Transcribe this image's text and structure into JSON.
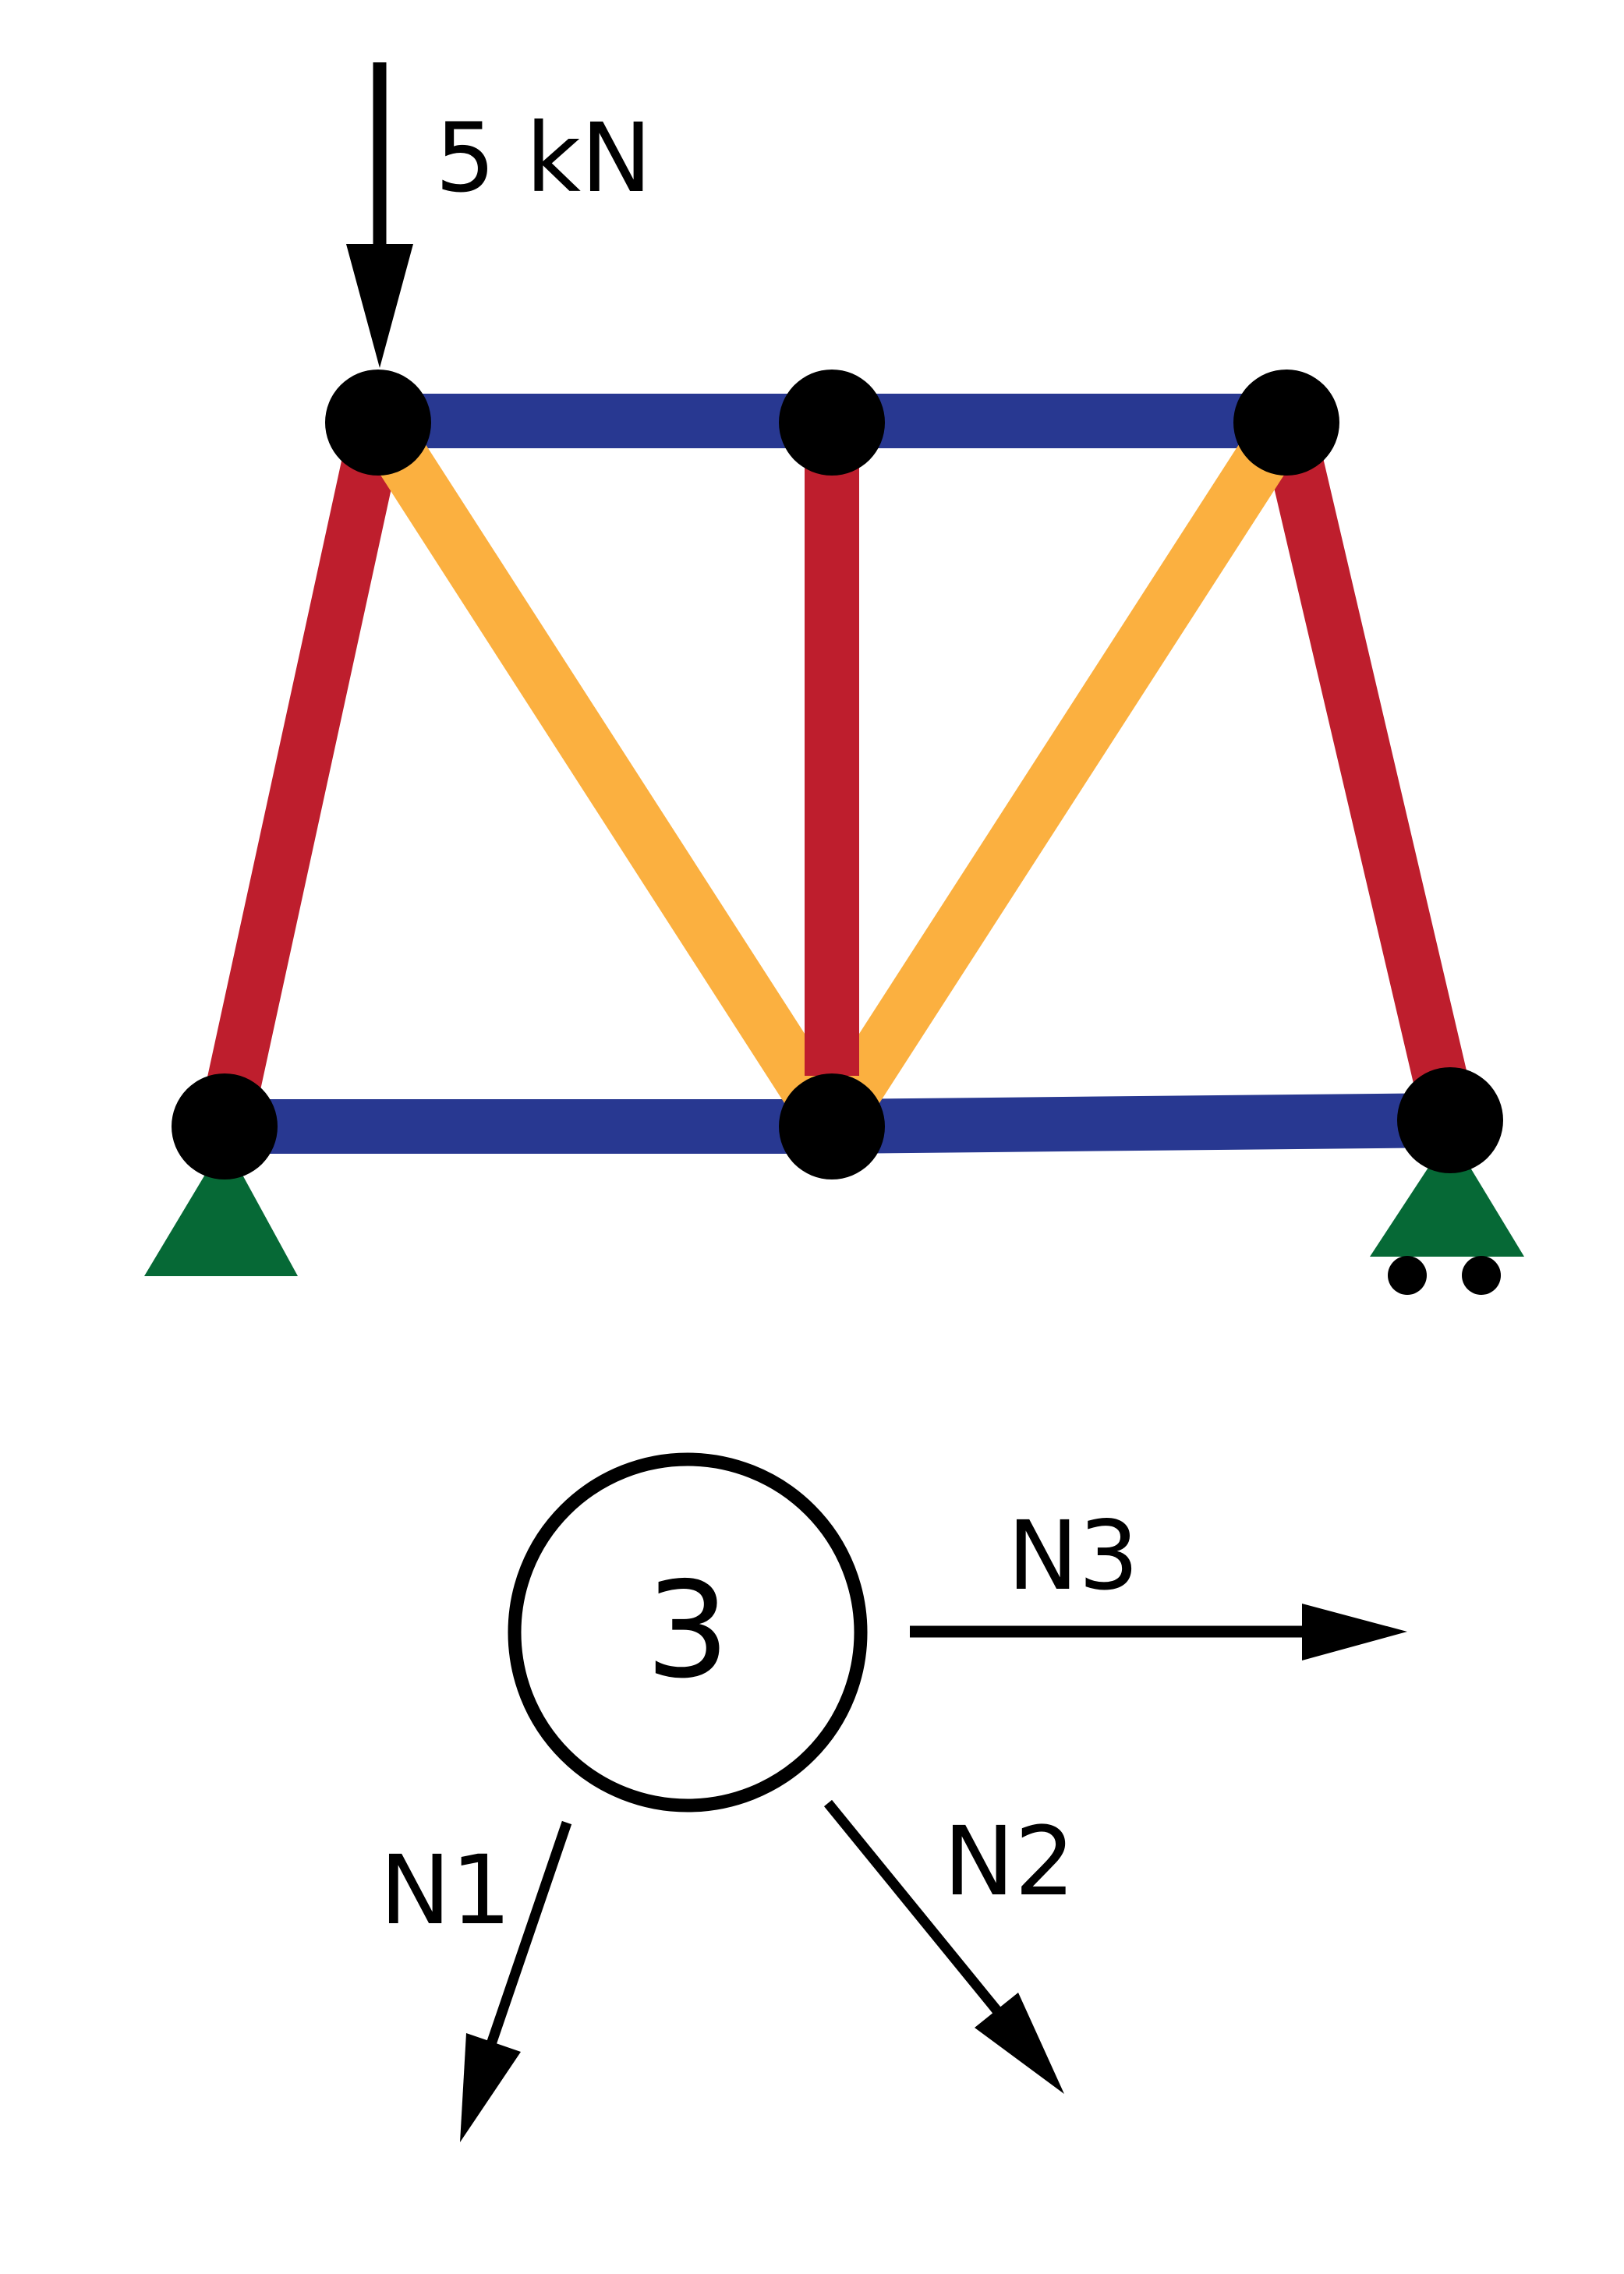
{
  "load": {
    "label": "5 kN"
  },
  "free_body": {
    "node_label": "3",
    "forces": [
      {
        "id": "N1",
        "label": "N1"
      },
      {
        "id": "N2",
        "label": "N2"
      },
      {
        "id": "N3",
        "label": "N3"
      }
    ]
  },
  "colors": {
    "chord_members": "#283891",
    "outer_members": "#BE1E2D",
    "vertical_member": "#BE1E2D",
    "diagonal_members": "#FBB040",
    "joints": "#000000",
    "supports": "#066936",
    "arrows": "#000000"
  },
  "icons": {
    "pin_support": "pin-support-icon",
    "roller_support": "roller-support-icon"
  }
}
